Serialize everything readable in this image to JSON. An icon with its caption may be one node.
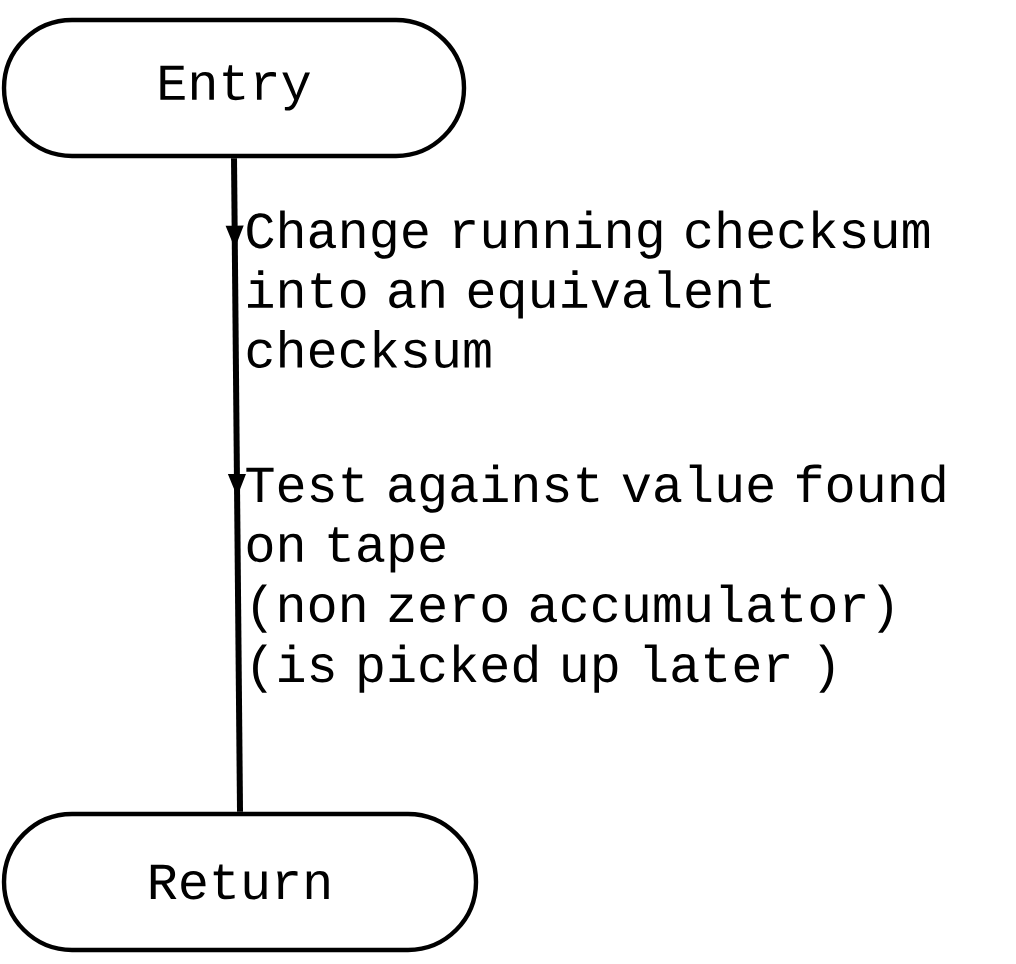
{
  "diagram": {
    "nodes": [
      {
        "text": [
          "Entry"
        ]
      },
      {
        "text": [
          "Return"
        ]
      }
    ],
    "edges": [
      {
        "from": 0,
        "to": 1,
        "arrow": "to"
      }
    ],
    "labels": [
      "Change running checksum into an equivalent checksum",
      "Test against value found on tape",
      "(non zero accumulator)",
      "(is picked up later )"
    ]
  }
}
